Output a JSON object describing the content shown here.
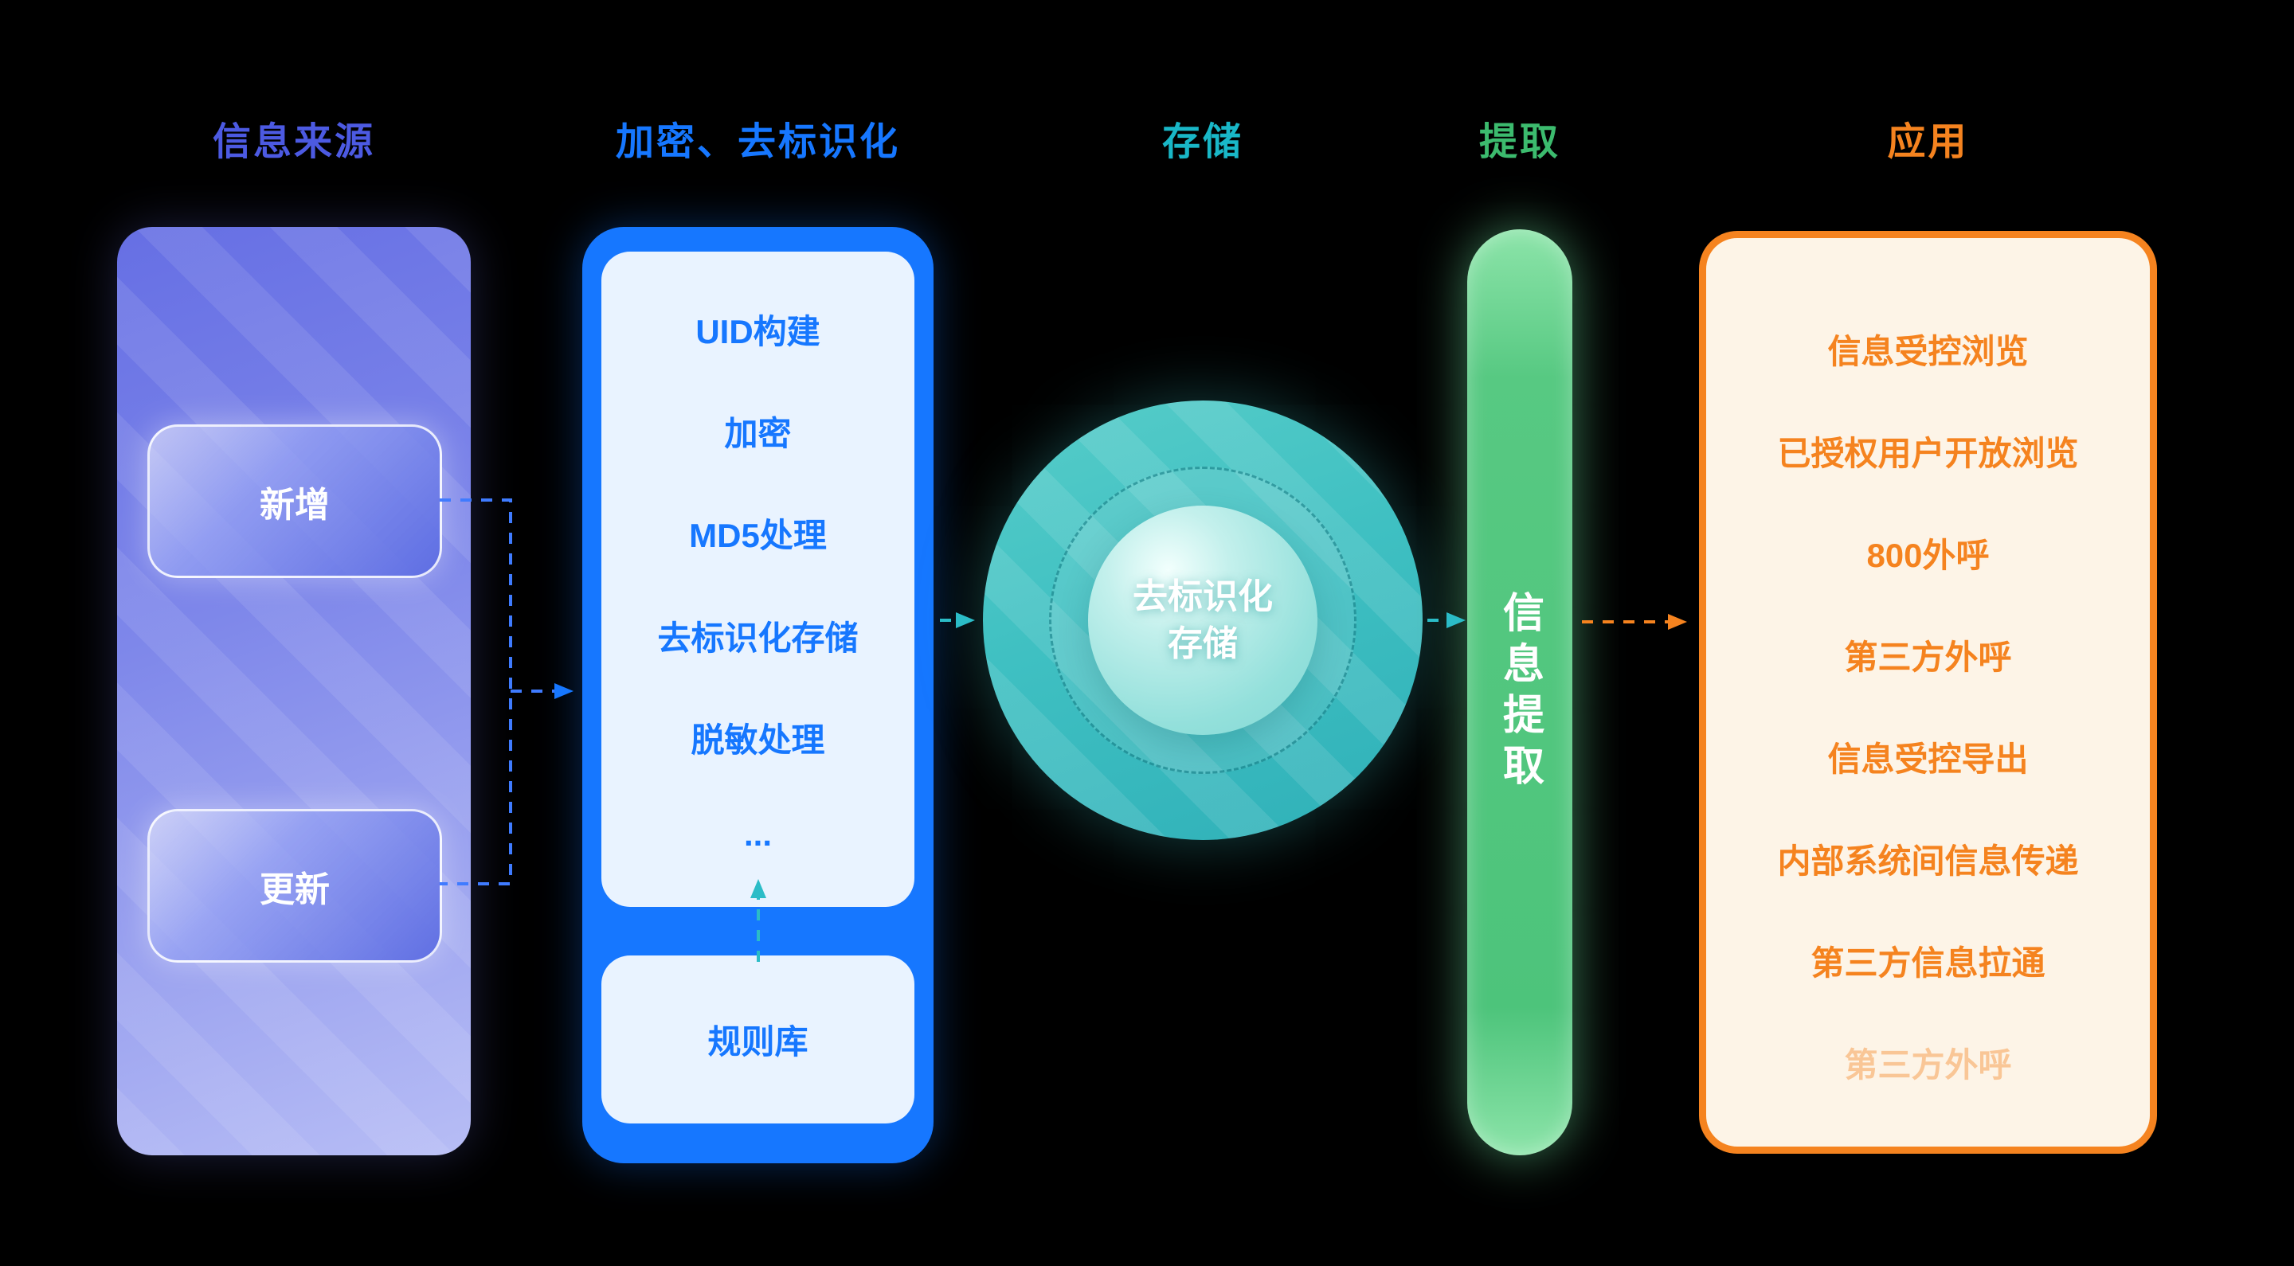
{
  "colors": {
    "background": "#000000",
    "source_accent": "#4c5ae2",
    "encrypt_accent": "#1677ff",
    "storage_accent": "#19b7c7",
    "extract_accent": "#3cbb6e",
    "app_accent": "#f5831f"
  },
  "columns": {
    "source": {
      "header": "信息来源",
      "items": [
        "新增",
        "更新"
      ]
    },
    "encrypt": {
      "header": "加密、去标识化",
      "steps": [
        "UID构建",
        "加密",
        "MD5处理",
        "去标识化存储",
        "脱敏处理",
        "..."
      ],
      "rule_library": "规则库"
    },
    "storage": {
      "header": "存储",
      "label_line1": "去标识化",
      "label_line2": "存储"
    },
    "extract": {
      "header": "提取",
      "label": "信息提取"
    },
    "app": {
      "header": "应用",
      "items": [
        "信息受控浏览",
        "已授权用户开放浏览",
        "800外呼",
        "第三方外呼",
        "信息受控导出",
        "内部系统间信息传递",
        "第三方信息拉通",
        "第三方外呼"
      ]
    }
  }
}
